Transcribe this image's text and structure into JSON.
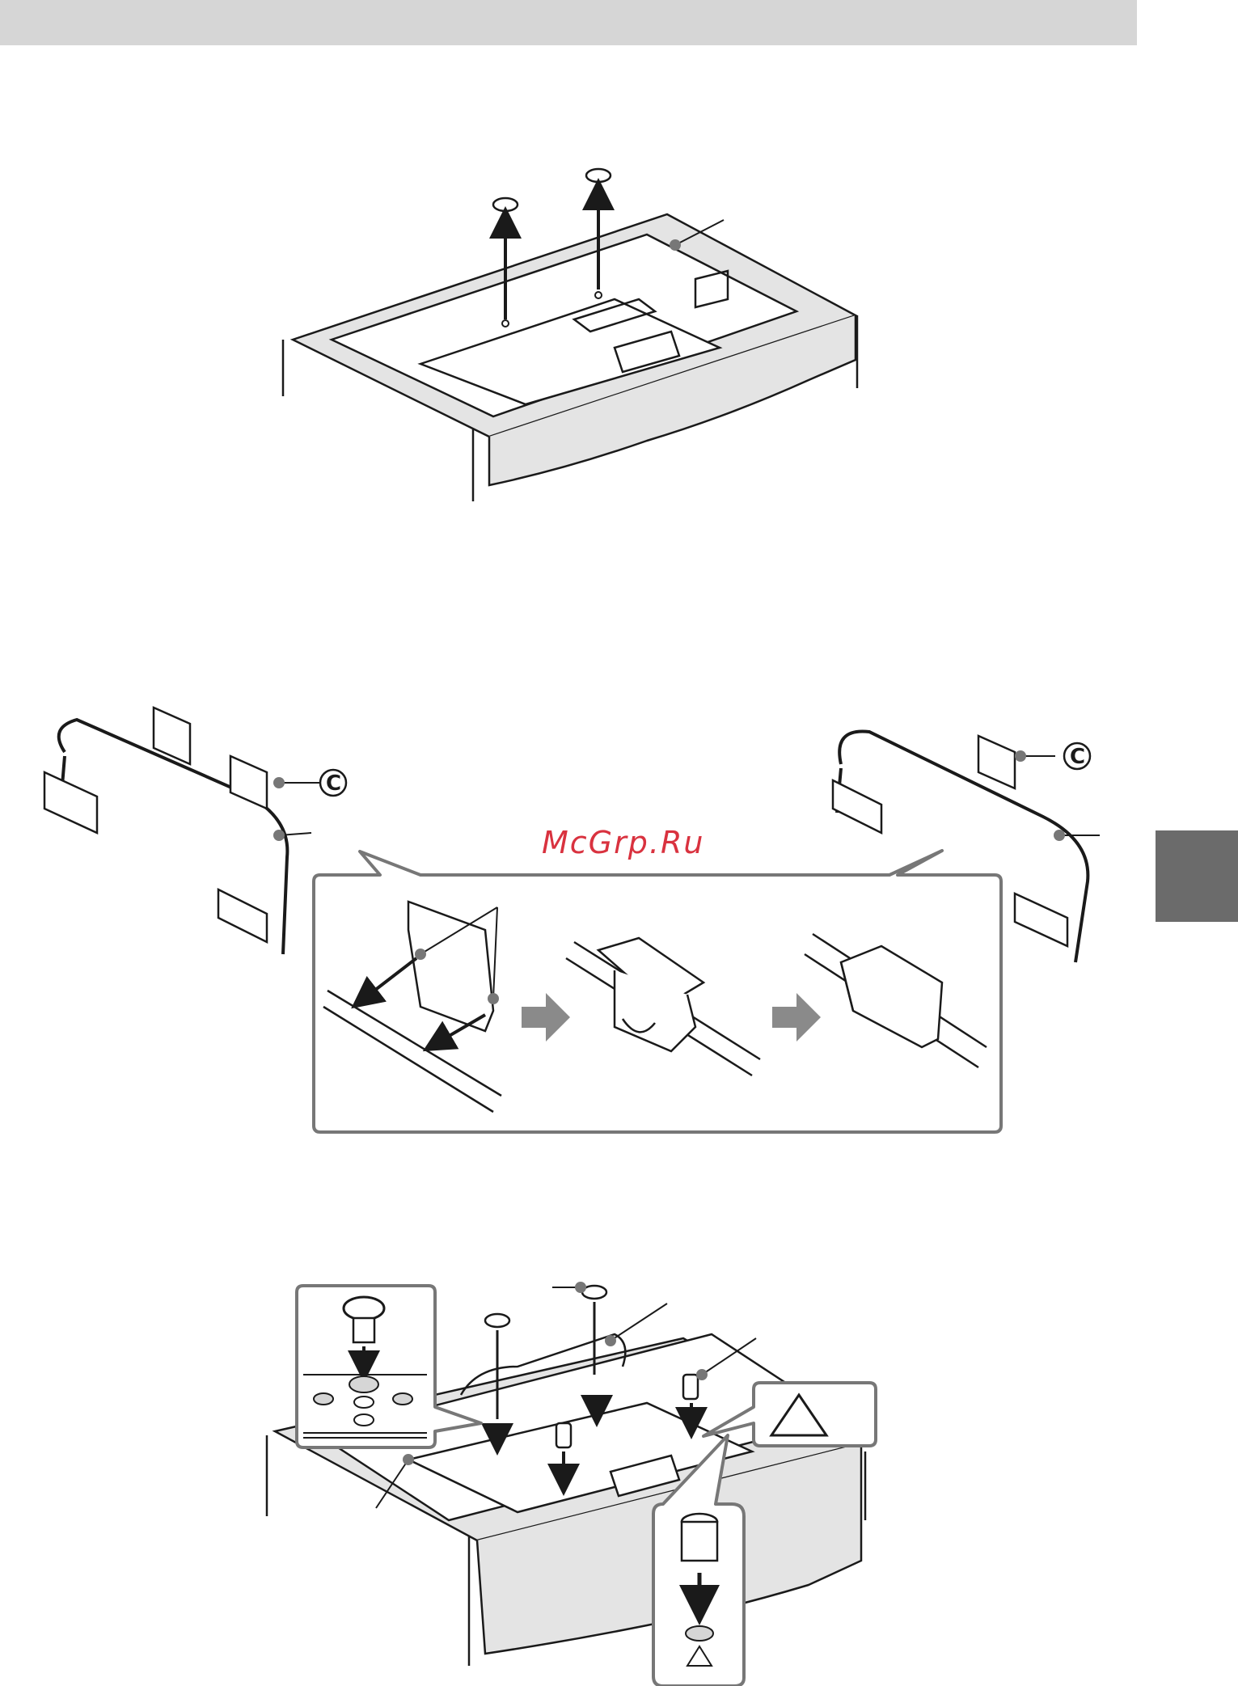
{
  "watermark": "McGrp.Ru",
  "callouts": {
    "c_left": "C",
    "c_right": "C"
  },
  "colors": {
    "header_bar": "#d6d6d6",
    "side_tab": "#6b6b6b",
    "watermark": "#d9323f",
    "line": "#1a1a1a",
    "panel_border": "#777777",
    "arrow_gray": "#8a8a8a"
  },
  "icons": [
    "screw-icon",
    "arrow-up-icon",
    "arrow-down-icon",
    "block-arrow-right-icon",
    "warning-triangle-icon"
  ]
}
